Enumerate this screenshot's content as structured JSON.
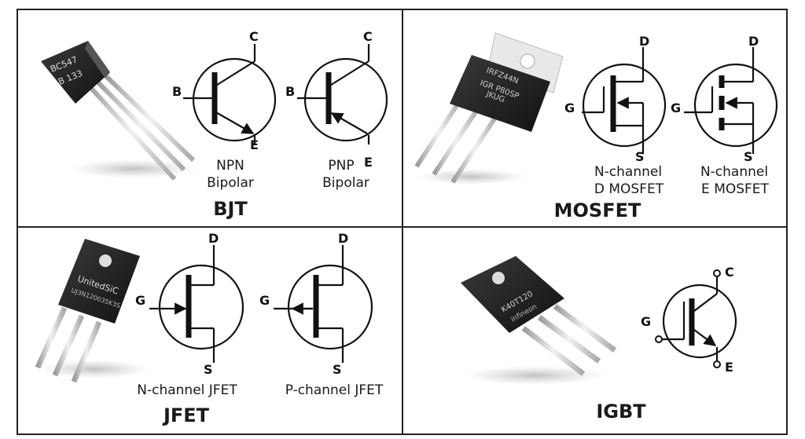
{
  "panels": {
    "bjt": {
      "title": "BJT",
      "npn": {
        "line1": "NPN",
        "line2": "Bipolar",
        "pin_b": "B",
        "pin_c": "C",
        "pin_e": "E"
      },
      "pnp": {
        "line1": "PNP",
        "line2": "Bipolar",
        "pin_b": "B",
        "pin_c": "C",
        "pin_e": "E"
      },
      "part_marking": {
        "line1": "BC547",
        "line2": "B 133"
      }
    },
    "mosfet": {
      "title": "MOSFET",
      "nch_d": {
        "line1": "N-channel",
        "line2": "D MOSFET",
        "pin_g": "G",
        "pin_d": "D",
        "pin_s": "S"
      },
      "nch_e": {
        "line1": "N-channel",
        "line2": "E MOSFET",
        "pin_g": "G",
        "pin_d": "D",
        "pin_s": "S"
      },
      "part_marking": {
        "line1": "IRFZ44N",
        "line2": "IGR P80SP",
        "line3": "JKUG"
      }
    },
    "jfet": {
      "title": "JFET",
      "nch": {
        "label": "N-channel JFET",
        "pin_g": "G",
        "pin_d": "D",
        "pin_s": "S"
      },
      "pch": {
        "label": "P-channel JFET",
        "pin_g": "G",
        "pin_d": "D",
        "pin_s": "S"
      },
      "part_marking": {
        "line1": "UnitedSiC",
        "line2": "UJ3N120035K3S"
      }
    },
    "igbt": {
      "title": "IGBT",
      "symbol": {
        "pin_g": "G",
        "pin_c": "C",
        "pin_e": "E"
      },
      "part_marking": {
        "line1": "K40T120",
        "line2": "infineon"
      }
    }
  }
}
